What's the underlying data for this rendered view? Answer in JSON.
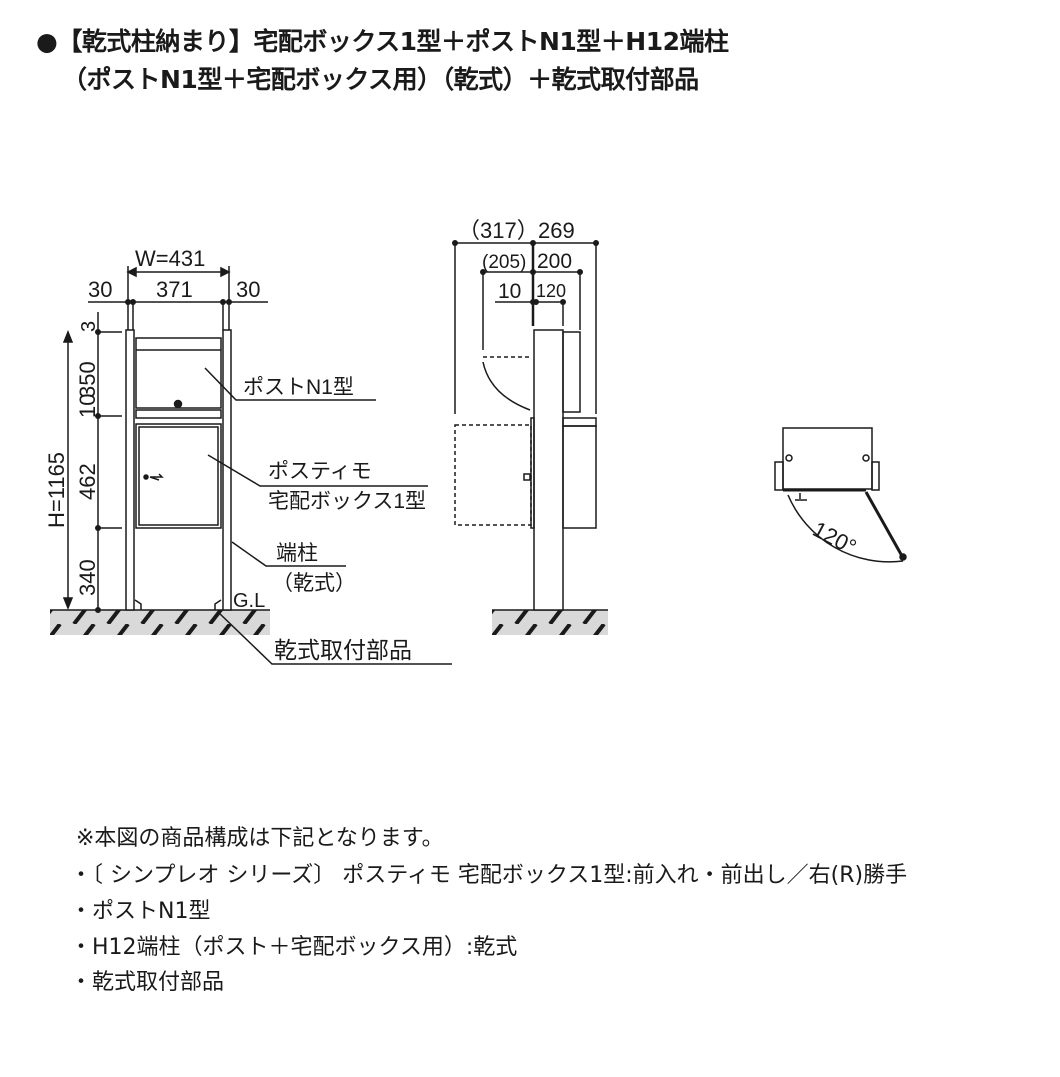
{
  "title": {
    "line1": "●【乾式柱納まり】宅配ボックス1型＋ポストN1型＋H12端柱",
    "line2": "（ポストN1型＋宅配ボックス用）（乾式）＋乾式取付部品"
  },
  "front_view": {
    "width_total": "W=431",
    "width_left": "30",
    "width_mid": "371",
    "width_right": "30",
    "height_total": "H=1165",
    "h_top": "3",
    "h_post": "350",
    "h_gap": "10",
    "h_box": "462",
    "h_bottom": "340",
    "label_post": "ポストN1型",
    "label_box1": "ポスティモ",
    "label_box2": "宅配ボックス1型",
    "label_pillar1": "端柱",
    "label_pillar2": "（乾式）",
    "label_gl": "G.L",
    "label_parts": "乾式取付部品"
  },
  "side_view": {
    "d_total_left": "（317）",
    "d_total_right": "269",
    "d_mid_left": "(205)",
    "d_mid_right": "200",
    "d_low_left": "10",
    "d_low_right": "120"
  },
  "top_view": {
    "angle": "120°"
  },
  "notes": [
    "※本図の商品構成は下記となります。",
    "・〔 シンプレオ シリーズ〕 ポスティモ 宅配ボックス1型:前入れ・前出し／右(R)勝手",
    "・ポストN1型",
    "・H12端柱（ポスト＋宅配ボックス用）:乾式",
    "・乾式取付部品"
  ]
}
